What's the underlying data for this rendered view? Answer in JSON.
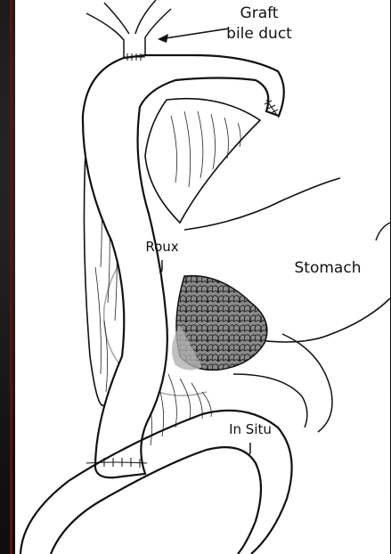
{
  "labels": {
    "graft_line1": "Graft",
    "graft_line2": "bile duct",
    "roux_line1": "Roux",
    "roux_line2": "J",
    "stomach": "Stomach",
    "insitu_line1": "In Situ",
    "insitu_line2": "J"
  },
  "colors": {
    "background": "#0b0b0b",
    "panel": "#ffffff",
    "stroke": "#111111",
    "pancreas_fill": "#8a8a8a",
    "gray_contour": "#a8a8a8",
    "border_accent": "#5a1410"
  }
}
